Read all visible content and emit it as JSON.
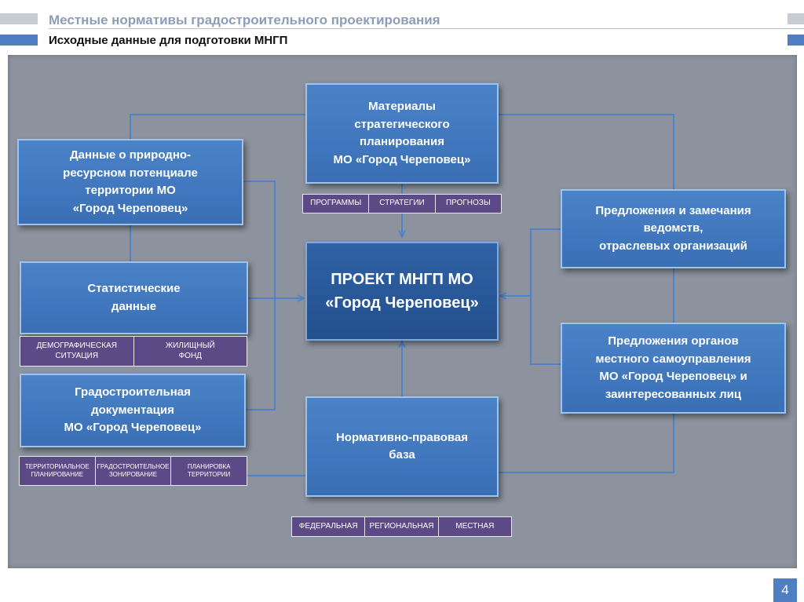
{
  "header": {
    "title": "Местные нормативы градостроительного проектирования",
    "subtitle": "Исходные данные для подготовки МНГП"
  },
  "diagram": {
    "center": {
      "label": "ПРОЕКТ МНГП МО\n«Город Череповец»"
    },
    "strategic": {
      "label": "Материалы\nстратегического\nпланирования\nМО «Город Череповец»",
      "tags": [
        "ПРОГРАММЫ",
        "СТРАТЕГИИ",
        "ПРОГНОЗЫ"
      ]
    },
    "natural": {
      "label": "Данные о природно-\nресурсном потенциале\nтерритории МО\n«Город Череповец»"
    },
    "statistics": {
      "label": "Статистические\nданные",
      "tags": [
        "ДЕМОГРАФИЧЕСКАЯ\nСИТУАЦИЯ",
        "ЖИЛИЩНЫЙ\nФОНД"
      ]
    },
    "urban_docs": {
      "label": "Градостроительная\nдокументация\nМО «Город Череповец»",
      "tags": [
        "ТЕРРИТОРИАЛЬНОЕ\nПЛАНИРОВАНИЕ",
        "ГРАДОСТРОИТЕЛЬНОЕ\nЗОНИРОВАНИЕ",
        "ПЛАНИРОВКА\nТЕРРИТОРИИ"
      ]
    },
    "legal": {
      "label": "Нормативно-правовая\nбаза",
      "tags": [
        "ФЕДЕРАЛЬНАЯ",
        "РЕГИОНАЛЬНАЯ",
        "МЕСТНАЯ"
      ]
    },
    "agencies": {
      "label": "Предложения и замечания\nведомств,\nотраслевых организаций"
    },
    "local_gov": {
      "label": "Предложения органов\nместного самоуправления\nМО «Город Череповец» и\nзаинтересованных лиц"
    }
  },
  "colors": {
    "panel": "#8d939e",
    "box_fill": "#3f77bf",
    "box_border": "#9ec4ee",
    "center_fill": "#2a5a9c",
    "tag_fill": "#5b4a86",
    "connector": "#4f82c8"
  },
  "footer": {
    "page_number": "4"
  }
}
